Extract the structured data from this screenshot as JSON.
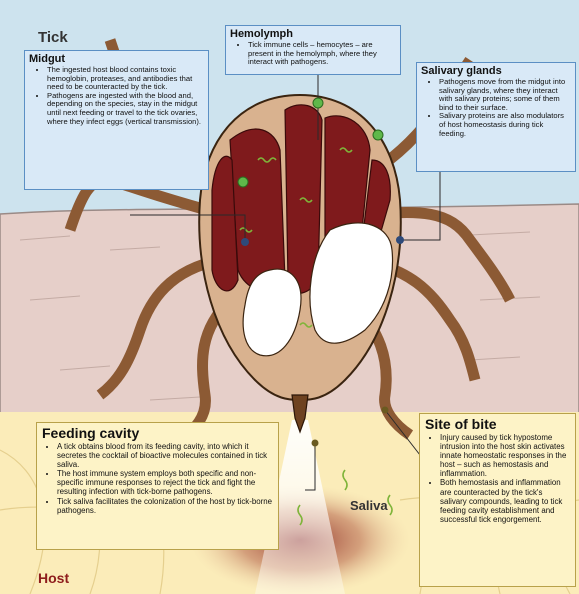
{
  "labels": {
    "tick": "Tick",
    "host": "Host",
    "saliva": "Saliva"
  },
  "colors": {
    "sky": "#cde3ee",
    "skin": "#e6cfc9",
    "tissue": "#fbecb9",
    "tick_body": "#d9b28f",
    "midgut": "#7f1a1c",
    "legs": "#8c5a34",
    "host_label": "#8e1c1c"
  },
  "midgut": {
    "title": "Midgut",
    "items": [
      "The ingested host blood contains toxic hemoglobin, proteases, and antibodies that need to be counteracted by the tick.",
      "Pathogens are ingested with the blood and, depending on the species, stay in the midgut until next feeding or travel to the tick ovaries, where they infect eggs (vertical transmission)."
    ]
  },
  "hemolymph": {
    "title": "Hemolymph",
    "items": [
      "Tick immune cells – hemocytes – are present in the hemolymph, where they interact with pathogens."
    ]
  },
  "salivary": {
    "title": "Salivary glands",
    "items": [
      "Pathogens move from the midgut into salivary glands, where they interact with salivary proteins; some of them bind to their surface.",
      "Salivary proteins are also modulators of host homeostasis during tick feeding."
    ]
  },
  "feeding": {
    "title": "Feeding cavity",
    "items": [
      "A tick obtains blood from its feeding cavity, into which it secretes the cocktail of bioactive molecules contained in tick saliva.",
      "The host immune system employs both specific and non-specific immune responses to reject the tick and fight the resulting infection with tick-borne pathogens.",
      "Tick saliva facilitates the colonization of the host by tick-borne pathogens."
    ]
  },
  "bite": {
    "title": "Site of bite",
    "items": [
      "Injury caused by tick hypostome intrusion into the host skin activates innate homeostatic responses in the host – such as hemostasis and inflammation.",
      "Both hemostasis and inflammation are counteracted by the tick's salivary compounds, leading to tick feeding cavity establishment and successful tick engorgement."
    ]
  }
}
